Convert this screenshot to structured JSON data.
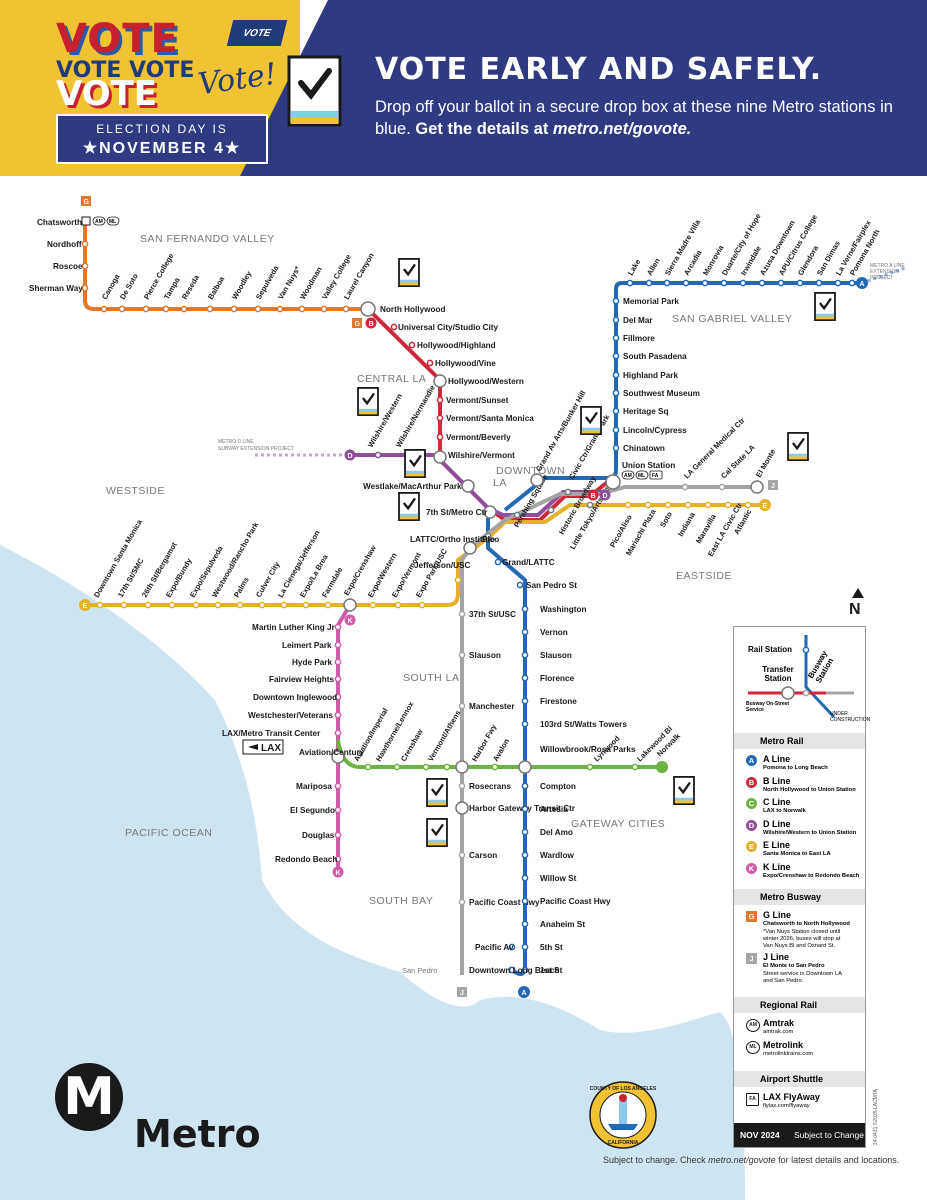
{
  "header": {
    "vote_big": "VOTE",
    "vote_mid": "VOTE VOTE",
    "vote_big2": "VOTE",
    "vote_script": "Vote!",
    "vote_flag": "VOTE",
    "election_line1": "ELECTION DAY IS",
    "election_line2": "★NOVEMBER 4★",
    "title": "VOTE EARLY AND SAFELY.",
    "subtitle_plain": "Drop off your ballot in a secure drop box at these nine Metro stations in blue.",
    "subtitle_bold": "Get the details at",
    "subtitle_url": "metro.net/govote."
  },
  "colors": {
    "header_yellow": "#f1c232",
    "header_navy": "#2f3a83",
    "line_a": "#2268b3",
    "line_b": "#d0283a",
    "line_c": "#6db342",
    "line_d": "#8e4e9a",
    "line_e": "#e7b02a",
    "line_k": "#cf5ca8",
    "line_g": "#e0782f",
    "line_j": "#a4a4a4",
    "ocean": "#cfe4f1"
  },
  "regions": {
    "sfv": "SAN FERNANDO VALLEY",
    "sgv": "SAN GABRIEL VALLEY",
    "central": "CENTRAL LA",
    "downtown1": "DOWNTOWN",
    "downtown2": "LA",
    "westside": "WESTSIDE",
    "eastside": "EASTSIDE",
    "southla": "SOUTH LA",
    "pacific": "PACIFIC OCEAN",
    "gateway": "GATEWAY CITIES",
    "southbay": "SOUTH BAY",
    "sanpedro": "San Pedro",
    "dline_ext1": "METRO D LINE",
    "dline_ext2": "SUBWAY EXTENSION PROJECT",
    "metroa_ext1": "METRO A LINE",
    "metroa_ext2": "EXTENSION",
    "metroa_ext3": "PROJECT",
    "north": "N"
  },
  "stations": {
    "g_line": [
      "Chatsworth",
      "Nordhoff",
      "Roscoe",
      "Sherman Way",
      "Canoga",
      "De Soto",
      "Pierce College",
      "Tampa",
      "Reseda",
      "Balboa",
      "Woodley",
      "Sepulveda",
      "Van Nuys*",
      "Woodman",
      "Valley College",
      "Laurel Canyon"
    ],
    "b_line": [
      "North Hollywood",
      "Universal City/Studio City",
      "Hollywood/Highland",
      "Hollywood/Vine",
      "Hollywood/Western",
      "Vermont/Sunset",
      "Vermont/Santa Monica",
      "Vermont/Beverly",
      "Wilshire/Vermont"
    ],
    "d_line": [
      "Wilshire/Western",
      "Wilshire/Normandie"
    ],
    "downtown": [
      "Westlake/MacArthur Park",
      "7th St/Metro Ctr",
      "Pershing Square",
      "Historic Broadway",
      "Grand Av Arts/Bunker Hill",
      "Civic Ctr/Grand Park",
      "Little Tokyo/Arts Dist",
      "Union Station",
      "Chinatown",
      "Pico",
      "LATTC/Ortho Institute"
    ],
    "a_north": [
      "Lake",
      "Allen",
      "Sierra Madre Villa",
      "Arcadia",
      "Monrovia",
      "Duarte/City of Hope",
      "Irwindale",
      "Azusa Downtown",
      "APU/Citrus College",
      "Glendora",
      "San Dimas",
      "La Verne/Fairplex",
      "Pomona North"
    ],
    "a_sgv": [
      "Memorial Park",
      "Del Mar",
      "Fillmore",
      "South Pasadena",
      "Highland Park",
      "Southwest Museum",
      "Heritage Sq",
      "Lincoln/Cypress"
    ],
    "j_east": [
      "LA General Medical Ctr",
      "Cal State LA",
      "El Monte"
    ],
    "e_east": [
      "Pico/Aliso",
      "Mariachi Plaza",
      "Soto",
      "Indiana",
      "Maravilla",
      "East LA Civic Ctr",
      "Atlantic"
    ],
    "e_west": [
      "Downtown Santa Monica",
      "17th St/SMC",
      "26th St/Bergamot",
      "Expo/Bundy",
      "Expo/Sepulveda",
      "Westwood/Rancho Park",
      "Palms",
      "Culver City",
      "La Cienega/Jefferson",
      "Expo/La Brea",
      "Farmdale",
      "Expo/Crenshaw",
      "Expo/Western",
      "Expo/Vermont",
      "Expo Park/USC",
      "Jefferson/USC"
    ],
    "k_line": [
      "Martin Luther King Jr",
      "Leimert Park",
      "Hyde Park",
      "Fairview Heights",
      "Downtown Inglewood",
      "Westchester/Veterans",
      "LAX/Metro Transit Center",
      "Aviation/Century",
      "Mariposa",
      "El Segundo",
      "Douglas",
      "Redondo Beach"
    ],
    "c_line": [
      "Aviation/Imperial",
      "Hawthorne/Lennox",
      "Crenshaw",
      "Vermont/Athens",
      "Harbor Fwy",
      "Avalon",
      "Willowbrook/Rosa Parks",
      "Lynwood",
      "Lakewood Bl",
      "Norwalk"
    ],
    "j_south": [
      "37th St/USC",
      "Slauson",
      "Manchester",
      "Rosecrans",
      "Harbor Gateway Transit Ctr",
      "Carson",
      "Pacific Coast Hwy"
    ],
    "a_south": [
      "Grand/LATTC",
      "San Pedro St",
      "Washington",
      "Vernon",
      "Slauson",
      "Florence",
      "Firestone",
      "103rd St/Watts Towers",
      "Compton",
      "Artesia",
      "Del Amo",
      "Wardlow",
      "Willow St",
      "Pacific Coast Hwy",
      "Anaheim St",
      "5th St",
      "1st St",
      "Pacific Av",
      "Downtown Long Beach"
    ]
  },
  "markers": {
    "lax": "LAX",
    "am": "AM",
    "ml": "ML",
    "fa": "FA"
  },
  "legend": {
    "rail_station": "Rail Station",
    "transfer_station": "Transfer Station",
    "busway_station": "Busway Station",
    "busway_service": "Busway On-Street Service",
    "under_construction": "UNDER CONSTRUCTION",
    "metro_rail": "Metro Rail",
    "lines": [
      {
        "badge": "A",
        "name": "A Line",
        "desc": "Pomona to Long Beach",
        "color": "#2268b3"
      },
      {
        "badge": "B",
        "name": "B Line",
        "desc": "North Hollywood to Union Station",
        "color": "#d0283a"
      },
      {
        "badge": "C",
        "name": "C Line",
        "desc": "LAX to Norwalk",
        "color": "#6db342"
      },
      {
        "badge": "D",
        "name": "D Line",
        "desc": "Wilshire/Western to Union Station",
        "color": "#8e4e9a"
      },
      {
        "badge": "E",
        "name": "E Line",
        "desc": "Santa Monica to East LA",
        "color": "#e7b02a"
      },
      {
        "badge": "K",
        "name": "K Line",
        "desc": "Expo/Crenshaw to Redondo Beach",
        "color": "#cf5ca8"
      }
    ],
    "metro_busway": "Metro Busway",
    "g_name": "G Line",
    "g_desc": "Chatsworth to North Hollywood",
    "g_note1": "*Van Nuys Station closed until",
    "g_note2": "winter 2026, buses will stop at",
    "g_note3": "Van Nuys Bl and Oxnard St.",
    "j_name": "J Line",
    "j_desc": "El Monte to San Pedro",
    "j_note1": "Street service in Downtown LA",
    "j_note2": "and San Pedro.",
    "regional_rail": "Regional Rail",
    "amtrak": "Amtrak",
    "amtrak_url": "amtrak.com",
    "metrolink": "Metrolink",
    "metrolink_url": "metrolinktrains.com",
    "airport_shuttle": "Airport Shuttle",
    "flyaway": "LAX FlyAway",
    "flyaway_url": "flylax.com/flyaway",
    "date": "NOV 2024",
    "subject": "Subject to Change",
    "code": "24-0431 ©2025 LACMTA"
  },
  "footer": {
    "logo_letter": "M",
    "logo_text": "Metro",
    "seal_top": "COUNTY OF LOS ANGELES",
    "seal_bottom": "CALIFORNIA",
    "note_prefix": "Subject to change. Check",
    "note_url": "metro.net/govote",
    "note_suffix": "for latest details and locations."
  }
}
